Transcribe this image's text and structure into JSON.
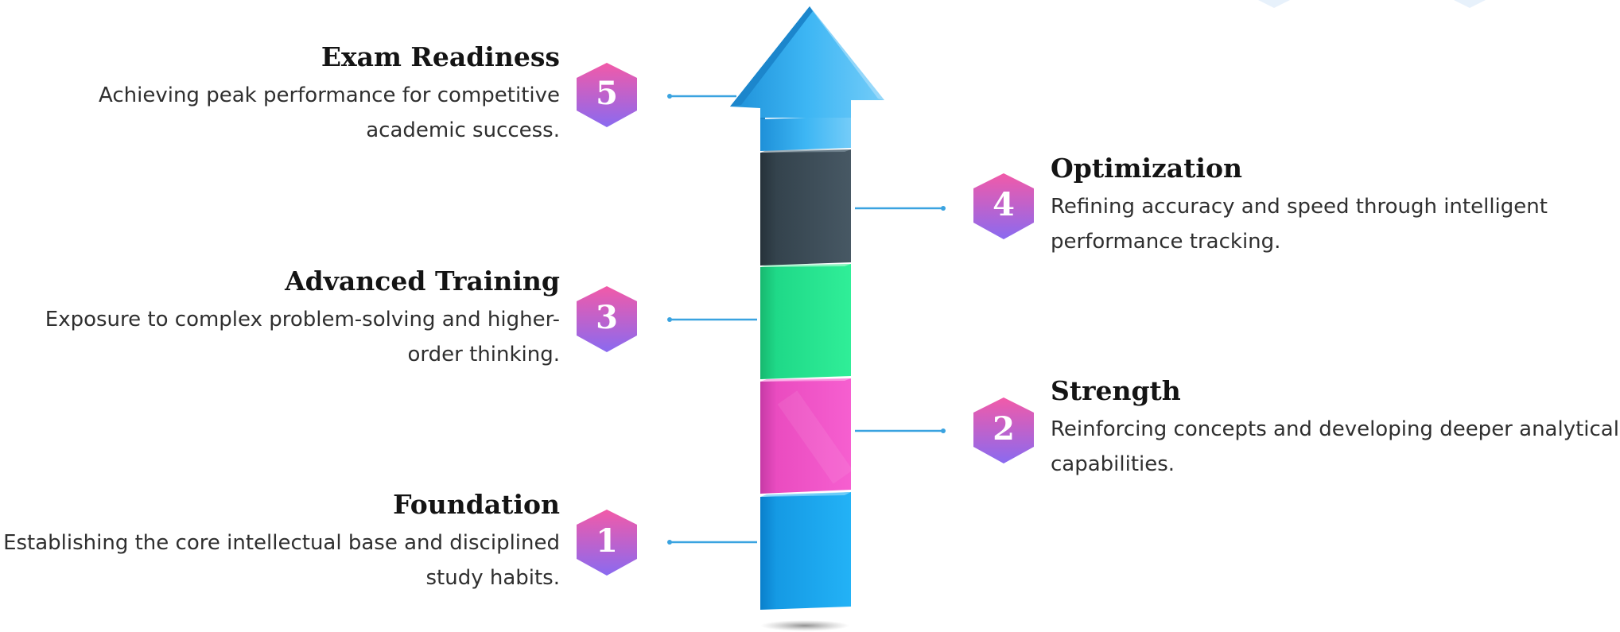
{
  "steps": {
    "s1": {
      "number": "1",
      "title": "Foundation",
      "desc": "Establishing the core intellectual base and disciplined study habits."
    },
    "s2": {
      "number": "2",
      "title": "Strength",
      "desc": "Reinforcing concepts and developing deeper analytical capabilities."
    },
    "s3": {
      "number": "3",
      "title": "Advanced Training",
      "desc": "Exposure to complex problem-solving and higher-order thinking."
    },
    "s4": {
      "number": "4",
      "title": "Optimization",
      "desc": "Refining accuracy and speed through intelligent performance tracking."
    },
    "s5": {
      "number": "5",
      "title": "Exam Readiness",
      "desc": "Achieving peak performance for competitive academic success."
    }
  },
  "colors": {
    "block1": "#1aa3ea",
    "block2": "#f04fc5",
    "block3": "#1fe08a",
    "block4": "#3a4953",
    "arrow": "#36b2f3",
    "hex_top": "#f25aa8",
    "hex_bottom": "#8a6af0",
    "connector": "#3aa3e0"
  }
}
